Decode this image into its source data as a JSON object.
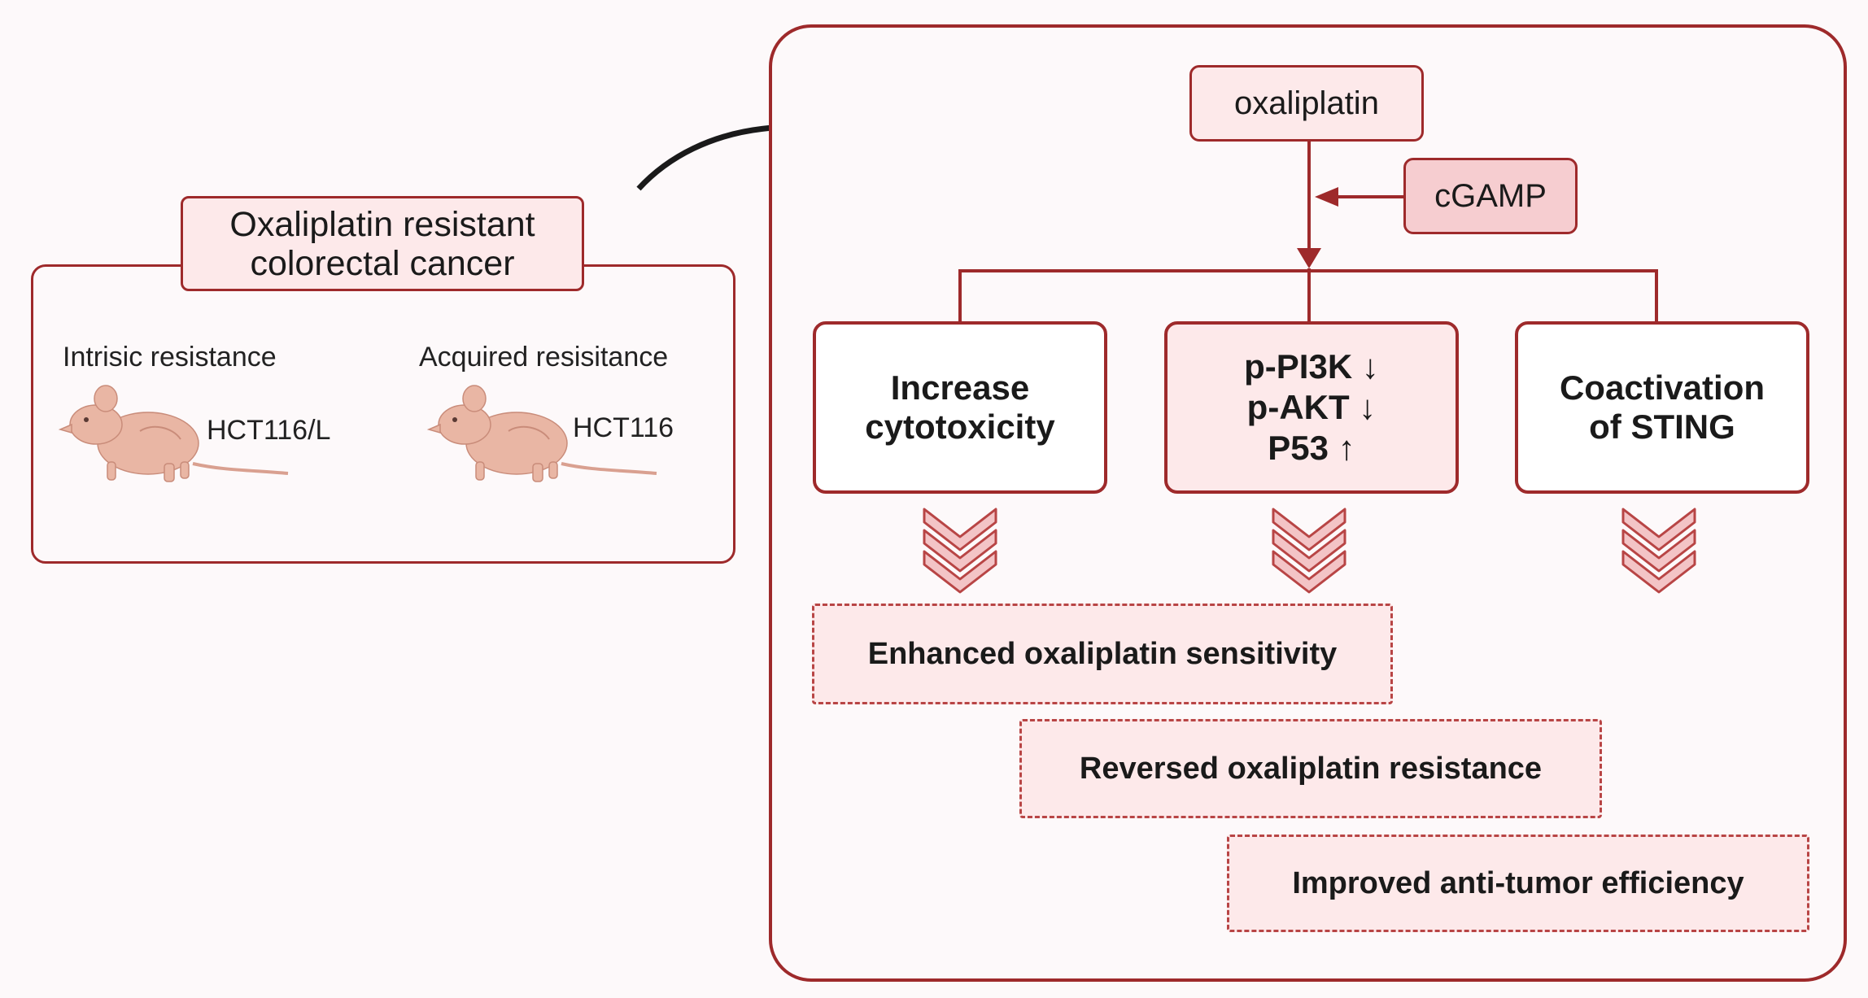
{
  "left_panel": {
    "title": "Oxaliplatin resistant\ncolorectal cancer",
    "groups": [
      {
        "heading": "Intrisic resistance",
        "cell_line": "HCT116/L"
      },
      {
        "heading": "Acquired resisitance",
        "cell_line": "HCT116"
      }
    ]
  },
  "pathway": {
    "drug": "oxaliplatin",
    "modulator": "cGAMP",
    "effects": [
      {
        "label": "Increase\ncytotoxicity"
      },
      {
        "label": "p-PI3K  ↓\np-AKT ↓\nP53 ↑"
      },
      {
        "label": "Coactivation\nof STING"
      }
    ],
    "outcomes": [
      "Enhanced oxaliplatin sensitivity",
      "Reversed oxaliplatin resistance",
      "Improved anti-tumor efficiency"
    ]
  },
  "colors": {
    "border": "#9e2a2b",
    "box_fill": "#fde9ea",
    "cgamp_fill": "#f6cdd0",
    "mouse": "#e9b6a4",
    "background": "#fdf9fa"
  },
  "icons": [
    "mouse-icon",
    "curved-arrow-icon",
    "chevron-down-icon"
  ]
}
